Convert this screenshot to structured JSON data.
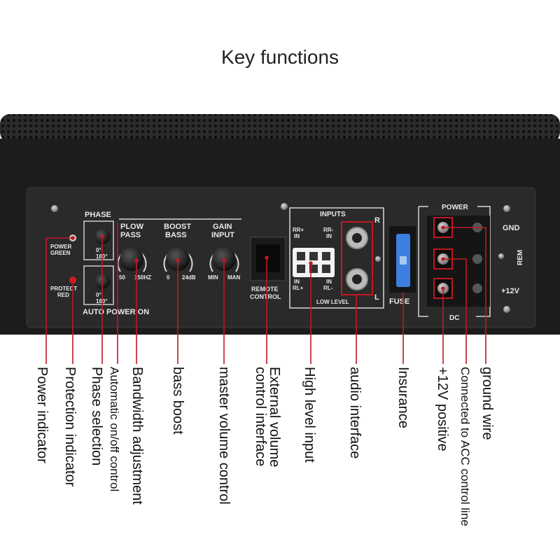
{
  "title": "Key functions",
  "colors": {
    "accent_line": "#c01822",
    "panel": "#2a2a2a",
    "body": "#1c1c1c",
    "fuse": "#3d7fe0"
  },
  "panel": {
    "phase": "PHASE",
    "plow": "PLOW",
    "pass": "PASS",
    "boost": "BOOST",
    "bass": "BASS",
    "gain": "GAIN",
    "input": "INPUT",
    "power": "POWER",
    "green": "GREEN",
    "protect": "PROTECT",
    "red": "RED",
    "phase_0": "0°",
    "phase_180": "180°",
    "auto_power_on": "AUTO POWER ON",
    "pass_min": "50",
    "pass_max": "150HZ",
    "boost_min": "0",
    "boost_max": "24dB",
    "gain_min": "MIN",
    "gain_max": "MAN",
    "remote": "REMOTE",
    "control": "CONTROL",
    "inputs": "INPUTS",
    "rr_plus": "RR+",
    "rr_minus": "RR-",
    "in_top_left": "IN",
    "in_top_right": "IN",
    "in_bottom_left": "IN",
    "in_bottom_right": "IN",
    "rl_plus": "RL+",
    "rl_minus": "RL-",
    "low_level": "LOW LEVEL",
    "r": "R",
    "l": "L",
    "fuse": "FUSE",
    "power_block": "POWER",
    "gnd": "GND",
    "rem": "REM",
    "v12": "+12V",
    "dc": "DC"
  },
  "callouts": [
    "Power indicator",
    "Protection indicator",
    "Phase selection",
    "Automatic on/off control",
    "Bandwidth adjustment",
    "bass boost",
    "master volume control",
    "External volume control interface",
    "High level input",
    "audio interface",
    "Insurance",
    "+12V positive",
    "Connected to ACC control line",
    "ground wire"
  ]
}
